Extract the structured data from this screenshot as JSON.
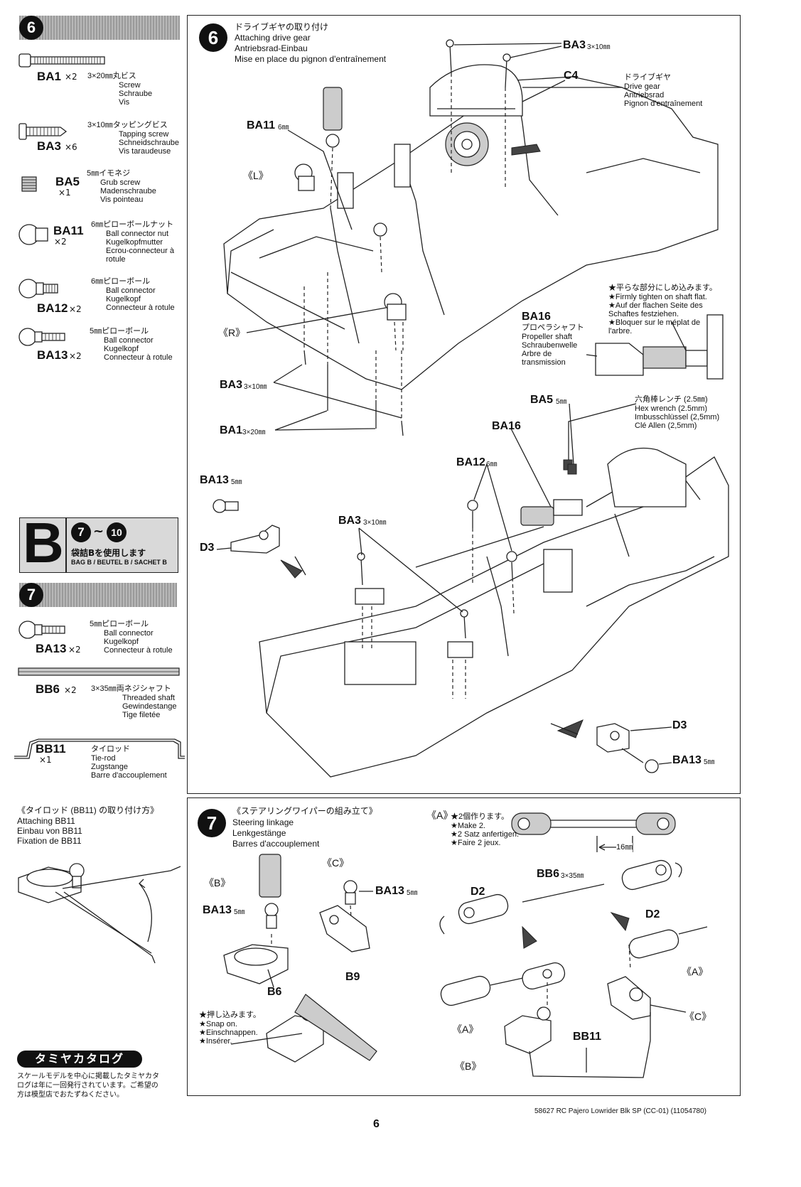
{
  "left": {
    "step6": {
      "number": "6",
      "parts": [
        {
          "code": "BA1",
          "qty": "×2",
          "lines": [
            "3×20㎜丸ビス",
            "Screw",
            "Schraube",
            "Vis"
          ]
        },
        {
          "code": "BA3",
          "qty": "×6",
          "lines": [
            "3×10㎜タッピングビス",
            "Tapping screw",
            "Schneidschraube",
            "Vis taraudeuse"
          ]
        },
        {
          "code": "BA5",
          "qty": "×1",
          "lines": [
            "5㎜イモネジ",
            "Grub screw",
            "Madenschraube",
            "Vis pointeau"
          ]
        },
        {
          "code": "BA11",
          "qty": "×2",
          "lines": [
            "6㎜ピローボールナット",
            "Ball connector nut",
            "Kugelkopfmutter",
            "Ecrou-connecteur à",
            "rotule"
          ]
        },
        {
          "code": "BA12",
          "qty": "×2",
          "lines": [
            "6㎜ピローボール",
            "Ball connector",
            "Kugelkopf",
            "Connecteur à rotule"
          ]
        },
        {
          "code": "BA13",
          "qty": "×2",
          "lines": [
            "5㎜ピローボール",
            "Ball connector",
            "Kugelkopf",
            "Connecteur à rotule"
          ]
        }
      ]
    },
    "bag": {
      "letter": "B",
      "range_start": "7",
      "tilde": "~",
      "range_end": "10",
      "jp": "袋詰Bを使用します",
      "en": "BAG B / BEUTEL B / SACHET B"
    },
    "step7": {
      "number": "7",
      "parts": [
        {
          "code": "BA13",
          "qty": "×2",
          "lines": [
            "5㎜ピローボール",
            "Ball connector",
            "Kugelkopf",
            "Connecteur à rotule"
          ]
        },
        {
          "code": "BB6",
          "qty": "×2",
          "lines": [
            "3×35㎜両ネジシャフト",
            "Threaded shaft",
            "Gewindestange",
            "Tige filetée"
          ]
        },
        {
          "code": "BB11",
          "qty": "×1",
          "lines": [
            "タイロッド",
            "Tie-rod",
            "Zugstange",
            "Barre d'accouplement"
          ]
        }
      ]
    },
    "attach": {
      "lines": [
        "《タイロッド (BB11) の取り付け方》",
        "Attaching BB11",
        "Einbau von BB11",
        "Fixation de BB11"
      ]
    },
    "catalog": {
      "title": "タミヤカタログ",
      "lines": [
        "スケールモデルを中心に掲載したタミヤカタ",
        "ログは年に一回発行されています。ご希望の",
        "方は模型店でおたずねください。"
      ]
    }
  },
  "step6panel": {
    "number": "6",
    "titles": [
      "ドライブギヤの取り付け",
      "Attaching drive gear",
      "Antriebsrad-Einbau",
      "Mise en place du pignon d'entraînement"
    ],
    "labels": {
      "ba3_top": "BA3",
      "ba3_top_size": "3×10㎜",
      "c4": "C4",
      "drive_gear": [
        "ドライブギヤ",
        "Drive gear",
        "Antriebsrad",
        "Pignon d'entraînement"
      ],
      "ba11": "BA11",
      "ba11_size": "6㎜",
      "L": "《L》",
      "R": "《R》",
      "ba3_left": "BA3",
      "ba3_left_size": "3×10㎜",
      "ba1": "BA1",
      "ba1_size": "3×20㎜",
      "note": [
        "★平らな部分にしめ込みます。",
        "★Firmly tighten on shaft flat.",
        "★Auf der flachen Seite des",
        "Schaftes festziehen.",
        "★Bloquer sur le méplat de",
        "l'arbre."
      ],
      "ba16": "BA16",
      "propshaft": [
        "プロペラシャフト",
        "Propeller shaft",
        "Schraubenwelle",
        "Arbre de",
        "transmission"
      ],
      "ba5": "BA5",
      "ba5_size": "5㎜",
      "hexwrench": [
        "六角棒レンチ (2.5㎜)",
        "Hex wrench (2.5mm)",
        "Imbusschlüssel (2,5mm)",
        "Clé Allen (2,5mm)"
      ],
      "ba16b": "BA16",
      "ba12": "BA12",
      "ba12_size": "6㎜",
      "ba13": "BA13",
      "ba13_size": "5㎜",
      "d3": "D3",
      "ba3_mid": "BA3",
      "ba3_mid_size": "3×10㎜",
      "d3b": "D3",
      "ba13b": "BA13",
      "ba13b_size": "5㎜"
    }
  },
  "step7panel": {
    "number": "7",
    "titles": [
      "《ステアリングワイパーの組み立て》",
      "Steering linkage",
      "Lenkgestänge",
      "Barres d'accouplement"
    ],
    "labels": {
      "B": "《B》",
      "C": "《C》",
      "ba13a": "BA13",
      "ba13a_size": "5㎜",
      "ba13b": "BA13",
      "ba13b_size": "5㎜",
      "b6": "B6",
      "b9": "B9",
      "A": "《A》",
      "make2": [
        "★2個作ります。",
        "★Make 2.",
        "★2 Satz anfertigen.",
        "★Faire 2 jeux."
      ],
      "dim": "16㎜",
      "bb6": "BB6",
      "bb6_size": "3×35㎜",
      "d2a": "D2",
      "d2b": "D2",
      "A2": "《A》",
      "A3": "《A》",
      "C2": "《C》",
      "B2": "《B》",
      "bb11": "BB11",
      "snap": [
        "★押し込みます。",
        "★Snap on.",
        "★Einschnappen.",
        "★Insérer."
      ]
    }
  },
  "footer": {
    "page": "6",
    "model": "58627 RC Pajero Lowrider Blk SP (CC-01) (11054780)"
  }
}
